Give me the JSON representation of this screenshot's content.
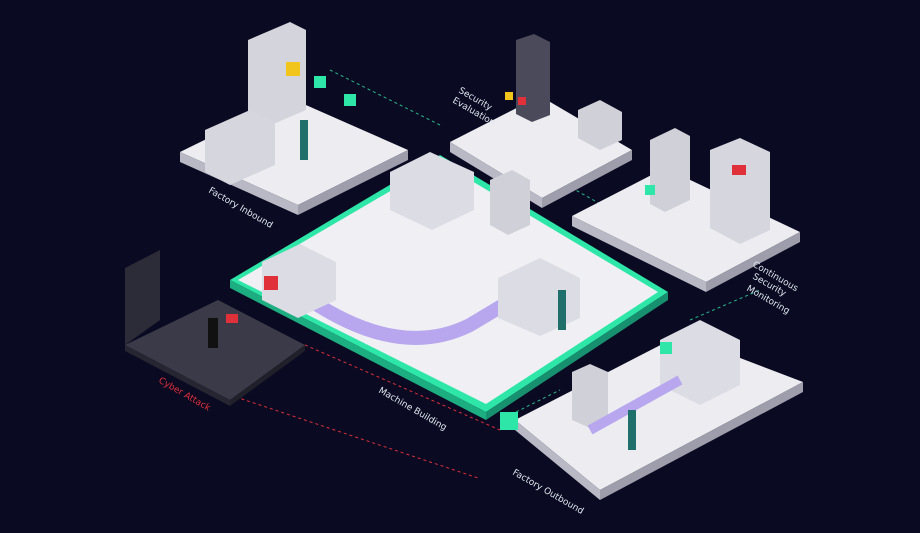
{
  "labels": {
    "factory_inbound": "Factory Inbound",
    "security_evaluation": [
      "Security",
      "Evaluation"
    ],
    "continuous_monitoring": [
      "Continuous",
      "Security",
      "Monitoring"
    ],
    "cyber_attack": "Cyber Attack",
    "machine_building": "Machine Building",
    "factory_outbound": "Factory Outbound"
  },
  "colors": {
    "background": "#0a0a22",
    "platform": "#ececf1",
    "platform_side": "#b9b9c6",
    "accent_green": "#2ee6a8",
    "conveyor": "#b8a7ee",
    "alert_red": "#e0303a",
    "warning_yellow": "#f2c51c",
    "dark_room": "#3a3a48"
  },
  "icons": [
    "warning-icon",
    "check-shield-icon",
    "alert-icon",
    "server-rack-icon",
    "robot-arm-icon",
    "truck-icon"
  ]
}
